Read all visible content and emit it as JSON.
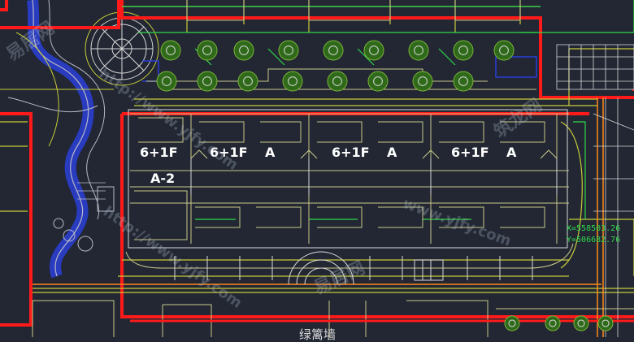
{
  "colors": {
    "background": "#222733",
    "red_line": "#ff1a1a",
    "yellow_line": "#c8cc3a",
    "building": "#c9c98a",
    "green_line": "#2fd84a",
    "blue_line": "#2a3fd8",
    "white_line": "#d8d8d8",
    "orange_line": "#ff8a1a",
    "tree": "#2f6a1a"
  },
  "labels": {
    "floor1": "6+1F",
    "floor2": "6+1F",
    "floor3": "6+1F",
    "floor4": "6+1F",
    "type_a2": "A-2",
    "type_a1": "A",
    "type_a2b": "A",
    "type_a3": "A"
  },
  "coords": {
    "x": "X=558503.26",
    "y": "Y=506682.76"
  },
  "bottom_partial": "绿篱墙",
  "watermarks": [
    "易居网",
    "http://www.yjfy.com",
    "筑龙网",
    "www.yjfy.com",
    "http://www.yjfy.com",
    "易居网"
  ],
  "icons": {
    "tree": "tree-symbol-icon",
    "plaza": "circular-plaza-icon"
  }
}
